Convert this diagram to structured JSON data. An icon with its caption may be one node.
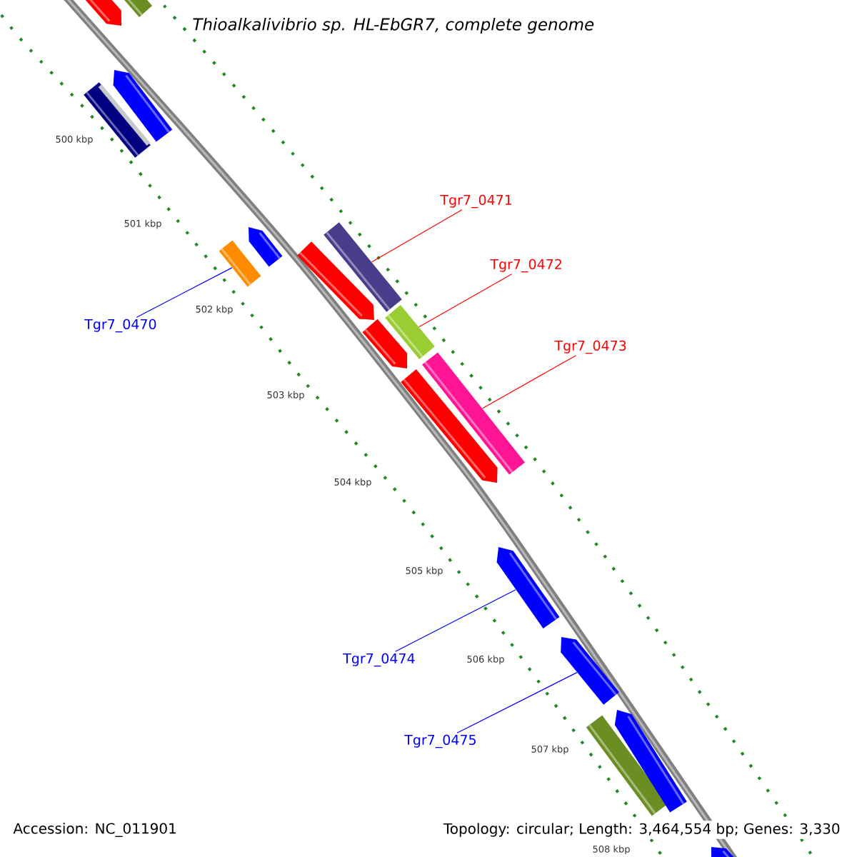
{
  "diagram": {
    "title": "Thioalkalivibrio sp. HL-EbGR7, complete genome",
    "nodes": [
      {
        "text": [
          "Tgr7_0470"
        ]
      },
      {
        "text": [],
        "shape": "bar"
      },
      {
        "text": [
          "Tgr7_0471"
        ]
      },
      {
        "text": [],
        "shape": "bar"
      },
      {
        "text": [
          "Tgr7_0472"
        ]
      },
      {
        "text": [],
        "shape": "bar"
      },
      {
        "text": [
          "Tgr7_0473"
        ]
      },
      {
        "text": [],
        "shape": "bar"
      },
      {
        "text": [
          "Tgr7_0474"
        ]
      },
      {
        "text": [],
        "shape": "bar"
      },
      {
        "text": [
          "Tgr7_0475"
        ]
      },
      {
        "text": [],
        "shape": "bar"
      },
      {
        "text": [],
        "shape": "bar"
      },
      {
        "text": [],
        "shape": "bar"
      },
      {
        "text": [],
        "shape": "bar"
      },
      {
        "text": [],
        "shape": "bar"
      },
      {
        "text": [],
        "shape": "bar"
      },
      {
        "text": [],
        "shape": "bar"
      },
      {
        "text": [],
        "shape": "bar"
      },
      {
        "text": [],
        "shape": "bar"
      },
      {
        "text": [],
        "shape": "bar"
      },
      {
        "text": [],
        "shape": "bar"
      },
      {
        "text": [],
        "shape": "bar"
      }
    ],
    "edges": [
      {
        "from": 0,
        "to": 1,
        "arrow": "none",
        "color": "#0000ff"
      },
      {
        "from": 2,
        "to": 3,
        "arrow": "none",
        "color": "#ff0000"
      },
      {
        "from": 4,
        "to": 5,
        "arrow": "none",
        "color": "#ff0000"
      },
      {
        "from": 6,
        "to": 7,
        "arrow": "none",
        "color": "#ff0000"
      },
      {
        "from": 8,
        "to": 9,
        "arrow": "none",
        "color": "#0000ff"
      },
      {
        "from": 10,
        "to": 11,
        "arrow": "none",
        "color": "#0000ff"
      }
    ],
    "labels": [
      "500 kbp",
      "501 kbp",
      "502 kbp",
      "503 kbp",
      "504 kbp",
      "505 kbp",
      "506 kbp",
      "507 kbp",
      "508 kbp",
      "Accession: NC_011901",
      "Topology: circular; Length: 3,464,554 bp; Genes: 3,330"
    ]
  }
}
